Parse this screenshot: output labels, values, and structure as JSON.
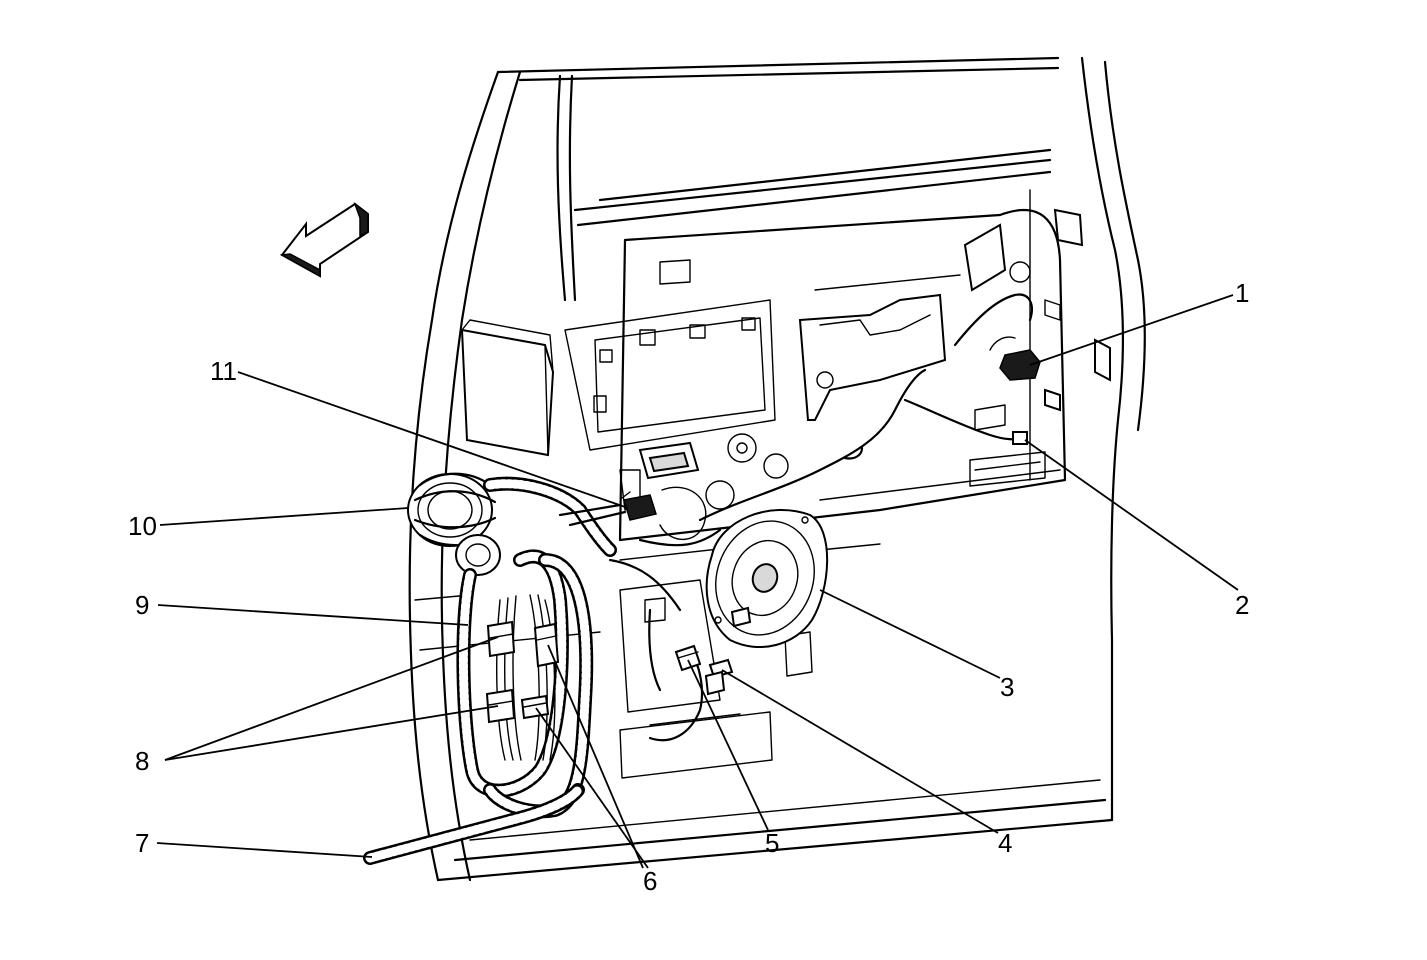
{
  "diagram": {
    "callouts": [
      {
        "id": "1",
        "label": "1"
      },
      {
        "id": "2",
        "label": "2"
      },
      {
        "id": "3",
        "label": "3"
      },
      {
        "id": "4",
        "label": "4"
      },
      {
        "id": "5",
        "label": "5"
      },
      {
        "id": "6",
        "label": "6"
      },
      {
        "id": "7",
        "label": "7"
      },
      {
        "id": "8",
        "label": "8"
      },
      {
        "id": "9",
        "label": "9"
      },
      {
        "id": "10",
        "label": "10"
      },
      {
        "id": "11",
        "label": "11"
      }
    ],
    "icons": {
      "direction_arrow": "forward-arrow-icon"
    }
  }
}
